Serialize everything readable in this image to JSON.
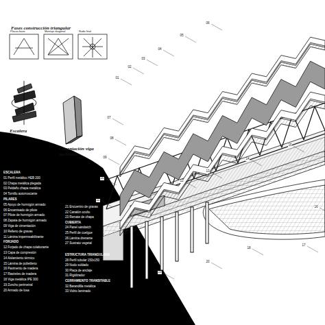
{
  "diagram": {
    "labels": [
      "Fases construcción triangular",
      "Escalera",
      "Cimentación viga inclinada",
      "Placas base",
      "Montaje diagonal",
      "Nudo final",
      "ESCALERA",
      "01 Perfil metálico HEB 200",
      "02 Chapa metálica plegada",
      "03 Peldaño chapa metálica",
      "04 Tornillo autorroscante",
      "PILARES",
      "05 Apoyo de hormigón armado",
      "06 Encamisado de pilote",
      "07 Pilote de hormigón armado",
      "08 Zapata de hormigón armado",
      "09 Viga de cimentación",
      "10 Relleno de gravas",
      "11 Lámina impermeabilizante",
      "FORJADO",
      "12 Forjado de chapa colaborante",
      "13 Capa de compresión",
      "14 Aislamiento térmico",
      "15 Lámina de polietileno",
      "16 Pavimento de madera",
      "17 Rastreles de madera",
      "18 Viga metálica IPE 300",
      "19 Zuncho perimetral",
      "20 Armado de losa",
      "21 Encuentro de gravas",
      "22 Canalón oculto",
      "23 Remate de chapa",
      "CUBIERTA",
      "24 Panel sándwich",
      "25 Perfil de cuelgue",
      "26 Lámina drenante",
      "27 Sustrato vegetal",
      "ESTRUCTURA TRIANGULADA",
      "28 Perfil tubular 150x150",
      "29 Nudo soldado",
      "30 Placa de anclaje",
      "31 Rigidizador",
      "CERRAMIENTO TRANSITABLE",
      "32 Barandilla metálica",
      "33 Vidrio laminado",
      "01",
      "02",
      "03",
      "04",
      "05",
      "06",
      "07",
      "08",
      "09",
      "10",
      "11",
      "12",
      "13",
      "14",
      "15",
      "16",
      "17",
      "18",
      "19",
      "20"
    ]
  }
}
